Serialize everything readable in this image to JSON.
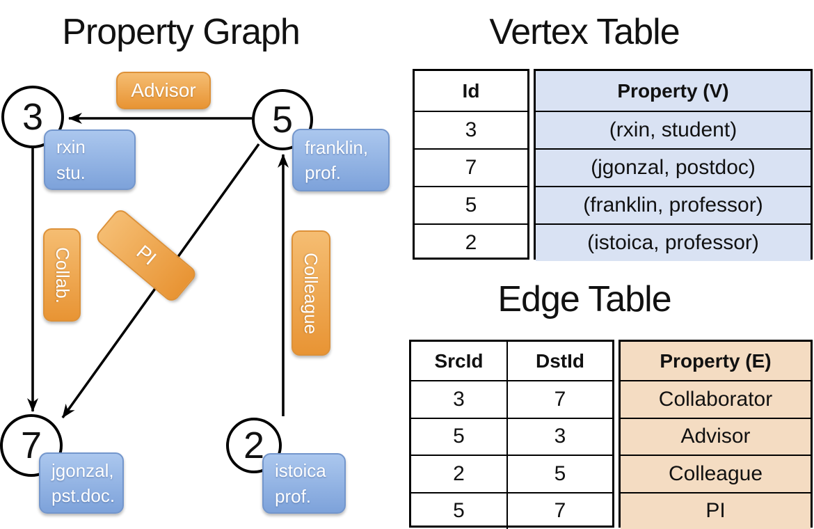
{
  "titles": {
    "graph": "Property Graph",
    "vertex_table": "Vertex Table",
    "edge_table": "Edge Table"
  },
  "graph": {
    "vertices": [
      {
        "id": "3",
        "label_lines": [
          "rxin",
          "stu."
        ]
      },
      {
        "id": "5",
        "label_lines": [
          "franklin,",
          "prof."
        ]
      },
      {
        "id": "7",
        "label_lines": [
          "jgonzal,",
          "pst.doc."
        ]
      },
      {
        "id": "2",
        "label_lines": [
          "istoica",
          "prof."
        ]
      }
    ],
    "edge_labels": {
      "advisor": "Advisor",
      "collab": "Collab.",
      "pi": "PI",
      "colleague": "Colleague"
    }
  },
  "vertex_table": {
    "headers": [
      "Id",
      "Property (V)"
    ],
    "rows": [
      [
        "3",
        "(rxin, student)"
      ],
      [
        "7",
        "(jgonzal, postdoc)"
      ],
      [
        "5",
        "(franklin, professor)"
      ],
      [
        "2",
        "(istoica, professor)"
      ]
    ]
  },
  "edge_table": {
    "headers": [
      "SrcId",
      "DstId",
      "Property (E)"
    ],
    "rows": [
      [
        "3",
        "7",
        "Collaborator"
      ],
      [
        "5",
        "3",
        "Advisor"
      ],
      [
        "2",
        "5",
        "Colleague"
      ],
      [
        "5",
        "7",
        "PI"
      ]
    ]
  },
  "colors": {
    "capsule_orange_top": "#f5bd72",
    "capsule_orange_bottom": "#e89434",
    "capsule_blue_top": "#abc7ee",
    "capsule_blue_bottom": "#7da2da",
    "vertex_property_fill": "#d9e2f3",
    "edge_property_fill": "#f4dcc2",
    "edge_line": "#000000"
  }
}
